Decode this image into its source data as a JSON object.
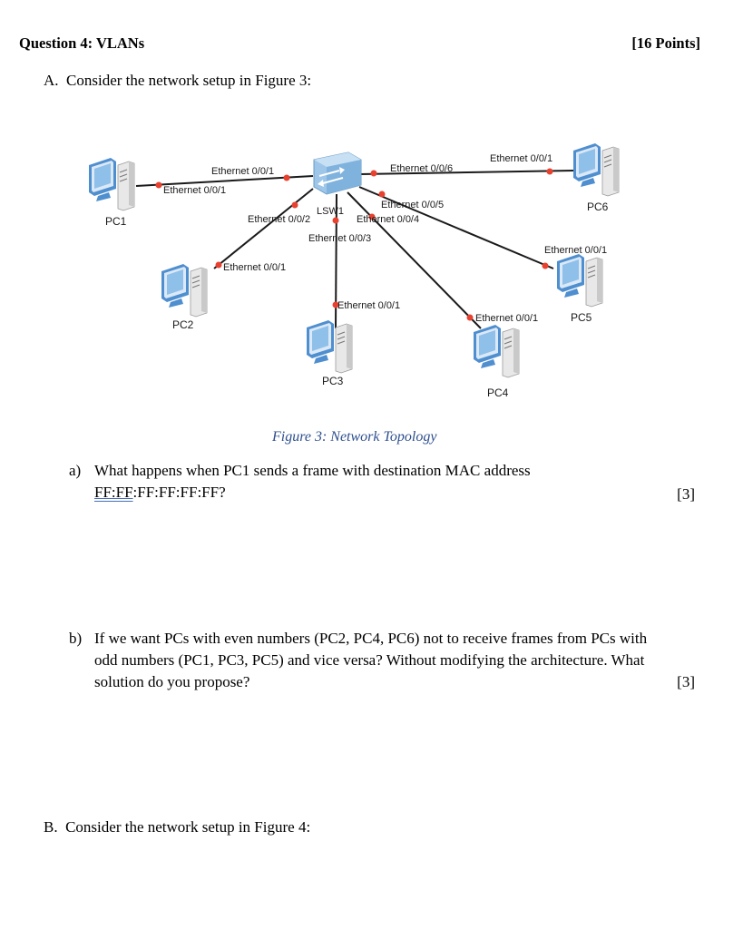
{
  "header": {
    "title": "Question 4: VLANs",
    "points": "[16 Points]"
  },
  "partA": {
    "label": "A.",
    "text": "Consider the network setup in Figure 3:"
  },
  "figure": {
    "caption": "Figure 3: Network Topology",
    "switch_name": "LSW1",
    "pcs": [
      "PC1",
      "PC2",
      "PC3",
      "PC4",
      "PC5",
      "PC6"
    ],
    "port_labels": {
      "sw_pc1": "Ethernet 0/0/1",
      "pc1": "Ethernet 0/0/1",
      "sw_pc2": "Ethernet 0/0/2",
      "pc2": "Ethernet 0/0/1",
      "sw_pc3": "Ethernet 0/0/3",
      "pc3": "Ethernet 0/0/1",
      "sw_pc4": "Ethernet 0/0/4",
      "pc4": "Ethernet 0/0/1",
      "sw_pc5": "Ethernet 0/0/5",
      "pc5": "Ethernet 0/0/1",
      "sw_pc6": "Ethernet 0/0/6",
      "pc6": "Ethernet 0/0/1"
    }
  },
  "questions": [
    {
      "letter": "a)",
      "line1": "What happens when PC1 sends a frame with destination MAC address",
      "line2_underlined": "FF:FF",
      "line2_rest": ":FF:FF:FF:FF?",
      "marks": "[3]"
    },
    {
      "letter": "b)",
      "line1": "If we want PCs with even numbers (PC2, PC4, PC6) not to receive frames from PCs with",
      "line2": "odd numbers (PC1, PC3, PC5) and vice versa? Without modifying the architecture. What",
      "line3": "solution do you propose?",
      "marks": "[3]"
    }
  ],
  "partB": {
    "label": "B.",
    "text": "Consider the network setup in Figure 4:"
  },
  "colors": {
    "link": "#1a1a1a",
    "port_dot": "#e8412f",
    "caption": "#2e4f8f",
    "pc_body": "#5b9bd5"
  }
}
